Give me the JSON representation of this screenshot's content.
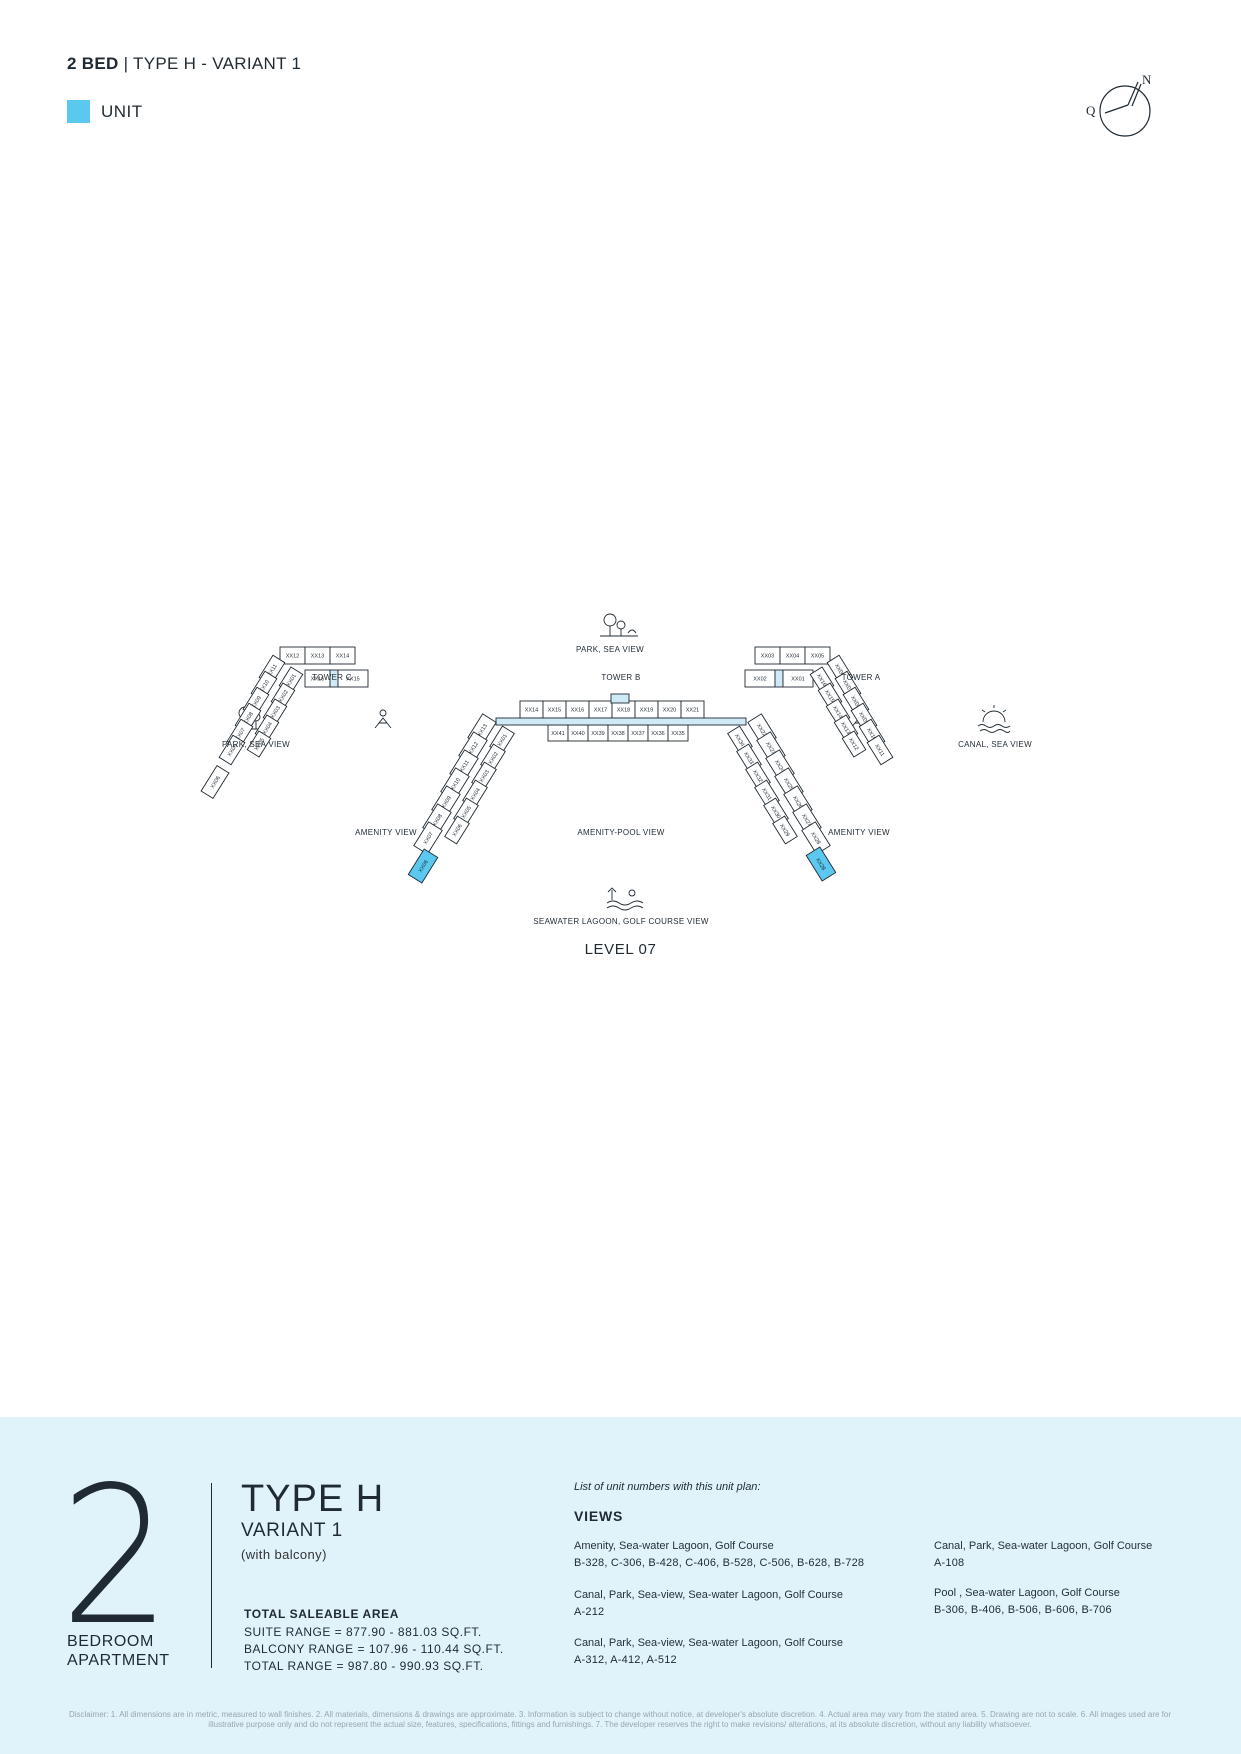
{
  "header": {
    "title_bold": "2 BED",
    "title_rest": " | TYPE H - VARIANT 1",
    "legend_label": "UNIT",
    "compass_n": "N",
    "compass_q": "Q"
  },
  "colors": {
    "unit_highlight": "#5bc8f0",
    "panel_bg": "#e0f3fb",
    "corridor": "#cfeaf6"
  },
  "plan": {
    "tower_c": "TOWER C",
    "tower_b": "TOWER B",
    "tower_a": "TOWER A",
    "view_top": "PARK, SEA VIEW",
    "view_left": "PARK, SEA VIEW",
    "view_right": "CANAL, SEA VIEW",
    "amenity_left": "AMENITY VIEW",
    "amenity_pool": "AMENITY-POOL VIEW",
    "amenity_right": "AMENITY VIEW",
    "view_bottom": "SEAWATER LAGOON, GOLF COURSE VIEW",
    "level": "LEVEL 07",
    "b_top": [
      "XX14",
      "XX15",
      "XX16",
      "XX17",
      "XX18",
      "XX19",
      "XX20",
      "XX21"
    ],
    "b_mid": [
      "XX41",
      "XX40",
      "XX39",
      "XX38",
      "XX37",
      "XX36",
      "XX35"
    ],
    "b_left": [
      "XX13",
      "XX12",
      "XX11",
      "XX10",
      "XX09",
      "XX08",
      "XX07"
    ],
    "b_left_in": [
      "XX01",
      "XX02",
      "XX03",
      "XX04",
      "XX05",
      "XX06"
    ],
    "b_right": [
      "XX22",
      "XX23",
      "XX24",
      "XX25",
      "XX26",
      "XX27",
      "XX28"
    ],
    "b_right_in": [
      "XX34",
      "XX33",
      "XX32",
      "XX31",
      "XX30",
      "XX29"
    ],
    "c_top": [
      "XX12",
      "XX13",
      "XX14"
    ],
    "c_mid": [
      "XX16",
      "XX15"
    ],
    "c_left": [
      "XX11",
      "XX10",
      "XX09",
      "XX08",
      "XX07",
      "XX06"
    ],
    "c_in": [
      "XX01",
      "XX02",
      "XX03",
      "XX04",
      "XX05"
    ],
    "a_top": [
      "XX03",
      "XX04",
      "XX05"
    ],
    "a_mid": [
      "XX02",
      "XX01"
    ],
    "a_left": [
      "XX06",
      "XX07",
      "XX08",
      "XX09",
      "XX10",
      "XX11"
    ],
    "a_in": [
      "XX16",
      "XX15",
      "XX14",
      "XX13",
      "XX12"
    ]
  },
  "info": {
    "bignum": "2",
    "bed_line1": "BEDROOM",
    "bed_line2": "APARTMENT",
    "type": "TYPE H",
    "variant": "VARIANT 1",
    "with_balcony": "(with balcony)",
    "tsa_title": "TOTAL SALEABLE AREA",
    "suite_range": "SUITE RANGE = 877.90 - 881.03 SQ.FT.",
    "balcony_range": "BALCONY RANGE = 107.96 - 110.44 SQ.FT.",
    "total_range": "TOTAL RANGE = 987.80 - 990.93 SQ.FT."
  },
  "views": {
    "list_header": "List of unit numbers with this unit plan:",
    "title": "VIEWS",
    "left": [
      {
        "label": "Amenity, Sea-water Lagoon, Golf Course",
        "units": "B-328, C-306, B-428, C-406, B-528, C-506, B-628, B-728"
      },
      {
        "label": "Canal, Park, Sea-view,  Sea-water Lagoon, Golf Course",
        "units": "A-212"
      },
      {
        "label": "Canal, Park, Sea-view, Sea-water Lagoon, Golf Course",
        "units": "A-312, A-412, A-512"
      }
    ],
    "right": [
      {
        "label": "Canal, Park, Sea-water Lagoon, Golf Course",
        "units": "A-108"
      },
      {
        "label": "Pool , Sea-water Lagoon, Golf Course",
        "units": "B-306, B-406, B-506, B-606, B-706"
      }
    ]
  },
  "disclaimer": "Disclaimer: 1. All dimensions are in metric, measured to wall finishes. 2. All materials, dimensions & drawings are approximate. 3. Information is subject to change without notice, at developer's absolute discretion. 4. Actual area may vary from the stated area. 5. Drawing are not to scale. 6. All images used are for illustrative purpose only and do not represent the actual size, features, specifications, fittings and furnishings. 7. The developer reserves the right to make revisions/ alterations, at its absolute discretion, without any liability whatsoever."
}
